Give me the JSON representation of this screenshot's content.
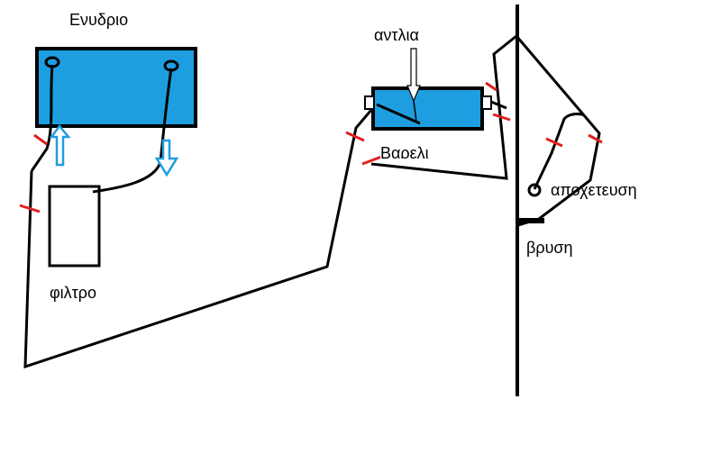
{
  "labels": {
    "aquarium": "Ενυδριο",
    "filter": "φιλτρο",
    "pump": "αντλια",
    "barrel": "Βαρελι",
    "drain": "αποχετευση",
    "tap": "βρυση"
  },
  "colors": {
    "tank_fill": "#1e9ee0",
    "line": "#000000",
    "valve_mark": "#e02020",
    "flow_arrow": "#1e9ee0",
    "background": "#ffffff"
  },
  "icons": {
    "flow_up": "arrow-up-icon",
    "flow_down": "arrow-down-icon",
    "pump_indicator": "arrow-down-icon"
  }
}
